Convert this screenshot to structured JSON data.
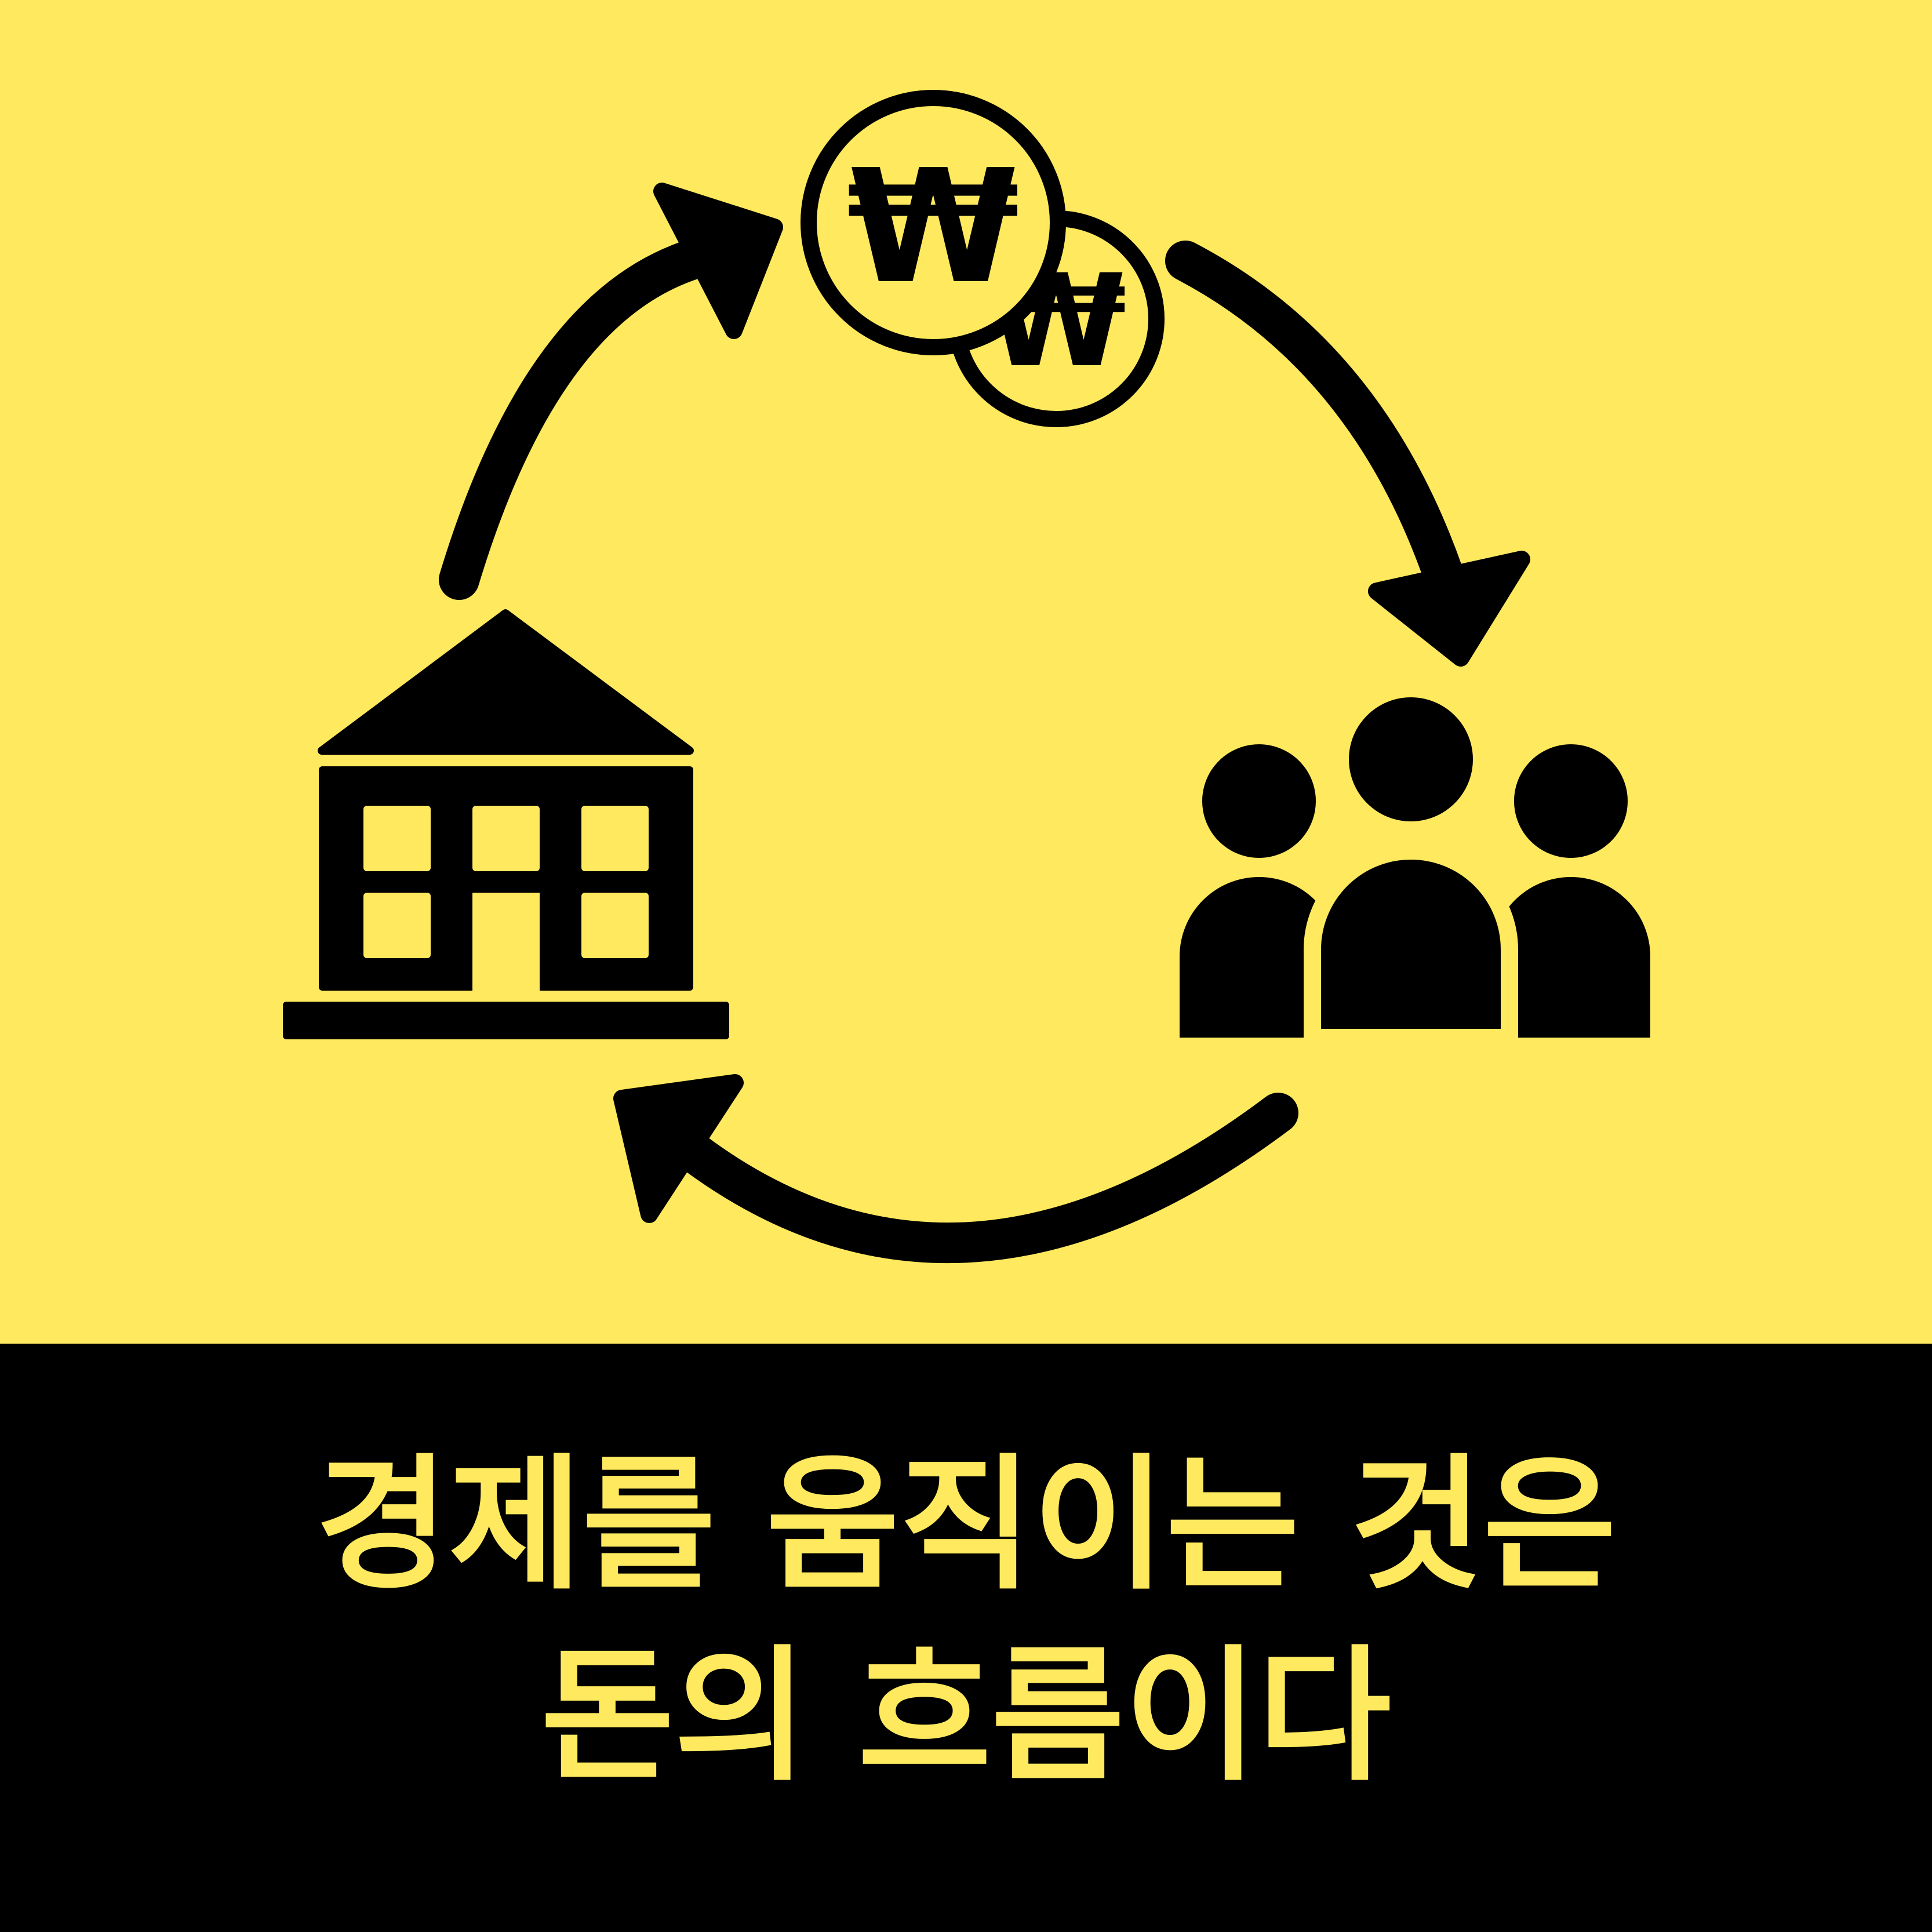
{
  "colors": {
    "background_top": "#FFE95E",
    "background_bottom": "#000000",
    "ink": "#000000",
    "caption_text": "#FFE95E"
  },
  "diagram": {
    "type": "cycle",
    "nodes": [
      {
        "name": "money",
        "icon": "won-coins-icon",
        "glyph": "₩"
      },
      {
        "name": "people",
        "icon": "people-group-icon"
      },
      {
        "name": "company",
        "icon": "building-icon"
      }
    ],
    "arrows": [
      "company-to-money",
      "money-to-people",
      "people-to-company"
    ]
  },
  "caption": {
    "line1": "경제를 움직이는 것은",
    "line2": "돈의 흐름이다"
  }
}
